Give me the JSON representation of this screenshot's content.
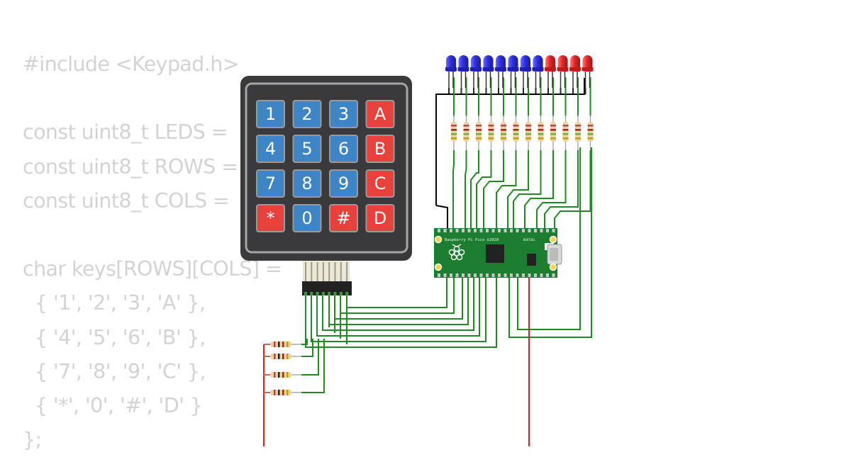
{
  "code_lines": [
    "#include <Keypad.h>",
    "",
    "const uint8_t LEDS =",
    "const uint8_t ROWS =",
    "const uint8_t COLS =",
    "",
    "char keys[ROWS][COLS] =",
    "  { '1', '2', '3', 'A' },",
    "  { '4', '5', '6', 'B' },",
    "  { '7', '8', '9', 'C' },",
    "  { '*', '0', '#', 'D' }",
    "};"
  ],
  "keypad": {
    "keys": [
      {
        "label": "1",
        "color": "blue"
      },
      {
        "label": "2",
        "color": "blue"
      },
      {
        "label": "3",
        "color": "blue"
      },
      {
        "label": "A",
        "color": "red"
      },
      {
        "label": "4",
        "color": "blue"
      },
      {
        "label": "5",
        "color": "blue"
      },
      {
        "label": "6",
        "color": "blue"
      },
      {
        "label": "B",
        "color": "red"
      },
      {
        "label": "7",
        "color": "blue"
      },
      {
        "label": "8",
        "color": "blue"
      },
      {
        "label": "9",
        "color": "blue"
      },
      {
        "label": "C",
        "color": "red"
      },
      {
        "label": "*",
        "color": "red"
      },
      {
        "label": "0",
        "color": "blue"
      },
      {
        "label": "#",
        "color": "red"
      },
      {
        "label": "D",
        "color": "red"
      }
    ]
  },
  "leds": [
    "blue",
    "blue",
    "blue",
    "blue",
    "blue",
    "blue",
    "blue",
    "blue",
    "red",
    "red",
    "red",
    "red"
  ],
  "pico": {
    "silkscreen": "Raspberry Pi Pico ©2020",
    "bootsel_label": "BOOTSEL",
    "logo": "raspberry-logo"
  },
  "colors": {
    "wire_green": "#1e8c1e",
    "wire_black": "#000000",
    "wire_red": "#e02020",
    "key_blue": "#3d85c6",
    "key_red": "#e8403a",
    "keypad_body": "#3a3a3c",
    "led_blue": "#2f2fe0",
    "led_red": "#e52525",
    "pcb_green": "#1a7d2f",
    "code_text": "#d3d3d3"
  }
}
